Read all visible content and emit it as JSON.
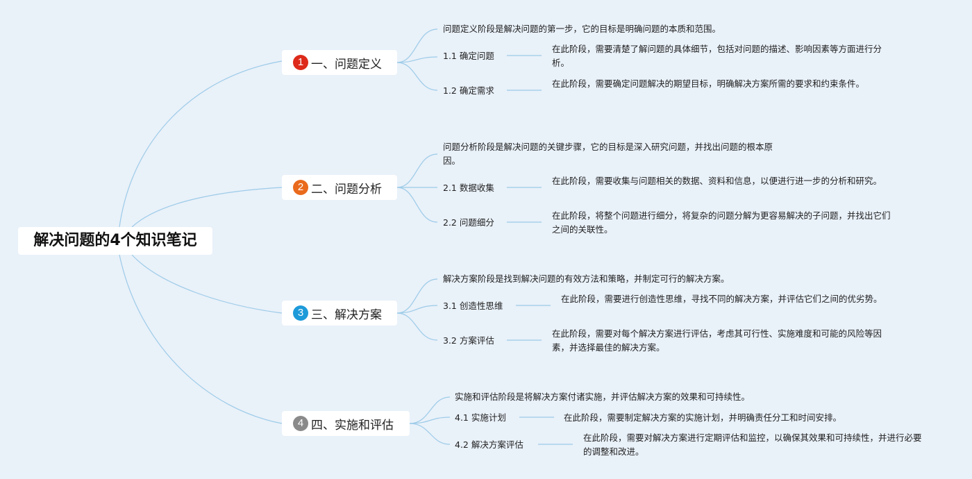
{
  "title": "解决问题的4个知识笔记",
  "colors": {
    "link": "#9ccbe8",
    "badge_1": "#dd2a1a",
    "badge_2": "#e96a1c",
    "badge_3": "#1d9ad9",
    "badge_4": "#8a8a8a"
  },
  "sections": [
    {
      "num": "1",
      "title": "一、问题定义",
      "summary": "问题定义阶段是解决问题的第一步，它的目标是明确问题的本质和范围。",
      "items": [
        {
          "label": "1.1 确定问题",
          "desc": "在此阶段，需要清楚了解问题的具体细节，包括对问题的描述、影响因素等方面进行分析。"
        },
        {
          "label": "1.2 确定需求",
          "desc": "在此阶段，需要确定问题解决的期望目标，明确解决方案所需的要求和约束条件。"
        }
      ]
    },
    {
      "num": "2",
      "title": "二、问题分析",
      "summary": "问题分析阶段是解决问题的关键步骤，它的目标是深入研究问题，并找出问题的根本原因。",
      "items": [
        {
          "label": "2.1 数据收集",
          "desc": "在此阶段，需要收集与问题相关的数据、资料和信息，以便进行进一步的分析和研究。"
        },
        {
          "label": "2.2 问题细分",
          "desc": "在此阶段，将整个问题进行细分，将复杂的问题分解为更容易解决的子问题，并找出它们之间的关联性。"
        }
      ]
    },
    {
      "num": "3",
      "title": "三、解决方案",
      "summary": "解决方案阶段是找到解决问题的有效方法和策略，并制定可行的解决方案。",
      "items": [
        {
          "label": "3.1 创造性思维",
          "desc": "在此阶段，需要进行创造性思维，寻找不同的解决方案，并评估它们之间的优劣势。"
        },
        {
          "label": "3.2 方案评估",
          "desc": "在此阶段，需要对每个解决方案进行评估，考虑其可行性、实施难度和可能的风险等因素，并选择最佳的解决方案。"
        }
      ]
    },
    {
      "num": "4",
      "title": "四、实施和评估",
      "summary": "实施和评估阶段是将解决方案付诸实施，并评估解决方案的效果和可持续性。",
      "items": [
        {
          "label": "4.1 实施计划",
          "desc": "在此阶段，需要制定解决方案的实施计划，并明确责任分工和时间安排。"
        },
        {
          "label": "4.2 解决方案评估",
          "desc": "在此阶段，需要对解决方案进行定期评估和监控，以确保其效果和可持续性，并进行必要的调整和改进。"
        }
      ]
    }
  ]
}
